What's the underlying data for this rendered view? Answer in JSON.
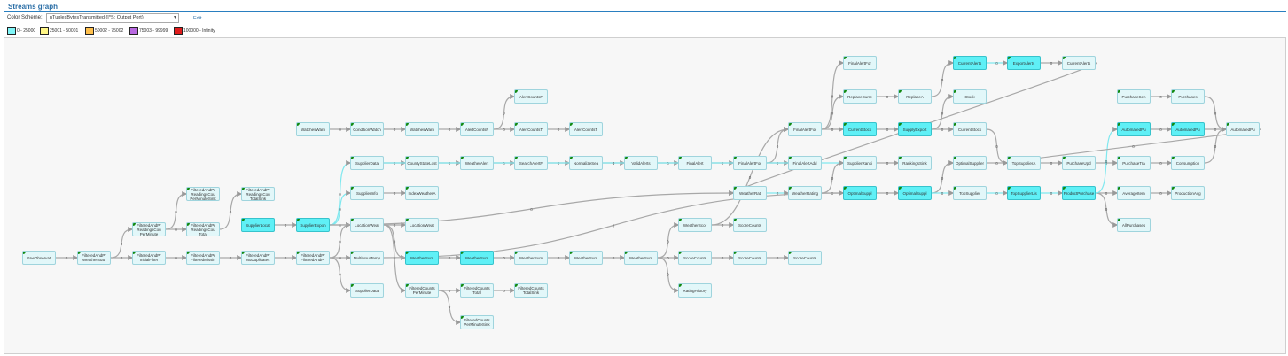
{
  "header": {
    "title": "Streams graph"
  },
  "controls": {
    "color_scheme_label": "Color Scheme:",
    "color_scheme_value": "nTuplesBytesTransmitted (I*S: Output Port)",
    "edit_label": "Edit"
  },
  "legend": [
    {
      "label": "0 - 25000",
      "color": "#7ff5f7"
    },
    {
      "label": "25001 - 50001",
      "color": "#fff685"
    },
    {
      "label": "50002 - 75002",
      "color": "#ffc04d"
    },
    {
      "label": "75003 - 99999",
      "color": "#b868e0"
    },
    {
      "label": "100000 - Infinity",
      "color": "#e01c1c"
    }
  ],
  "graph": {
    "nodes": [
      {
        "id": "RawObservati",
        "label": "RawObservati"
      },
      {
        "id": "WeatherStati",
        "label": "FilteredAndPr\nWeatherStati"
      },
      {
        "id": "ReadingsCount",
        "label": "FilteredAndPr\nReadingsCou\nPerMinute"
      },
      {
        "id": "InitialFilter",
        "label": "FilteredAndPr\nInitialFilter"
      },
      {
        "id": "PerMinuteSink",
        "label": "FilteredAndPr\nReadingsCou\nPerMinuteSink"
      },
      {
        "id": "ReadingsCountTotal",
        "label": "FilteredAndPr\nReadingsCou\nTotal"
      },
      {
        "id": "FilteredMissin",
        "label": "FilteredAndPr\nFilteredMissin"
      },
      {
        "id": "TotalSink",
        "label": "FilteredAndPr\nReadingsCou\nTotalSink"
      },
      {
        "id": "NoDuplicates",
        "label": "FilteredAndPr\nNoDuplicates"
      },
      {
        "id": "SupplierLocat",
        "label": "SupplierLocat"
      },
      {
        "id": "FilteredAndPr",
        "label": "FilteredAndPr\nFilteredAndPr"
      },
      {
        "id": "SupplierExpon",
        "label": "SupplierExpon"
      },
      {
        "id": "WatchesWarn",
        "label": "WatchesWarn"
      },
      {
        "id": "ConditionWatch",
        "label": "ConditionWatch"
      },
      {
        "id": "SupplierData1",
        "label": "SupplierData"
      },
      {
        "id": "SupplierInfo",
        "label": "SupplierInfo"
      },
      {
        "id": "LocationWeat",
        "label": "LocationWeat"
      },
      {
        "id": "MultiHourTemp",
        "label": "MultiHourTemp"
      },
      {
        "id": "SupplierData2",
        "label": "SupplierData"
      },
      {
        "id": "WatchesWarn2",
        "label": "WatchesWarn"
      },
      {
        "id": "CountyStateLost",
        "label": "CountyStateLost"
      },
      {
        "id": "IndexWeatherA",
        "label": "IndexWeatherA"
      },
      {
        "id": "LocationWeat2",
        "label": "LocationWeat"
      },
      {
        "id": "WeatherSum1",
        "label": "WeatherSum"
      },
      {
        "id": "FilteredCountsPerMinute",
        "label": "FilteredCounts\nPerMinute"
      },
      {
        "id": "AlertCountsF",
        "label": "AlertCountsF"
      },
      {
        "id": "WeatherAlert",
        "label": "WeatherAlert"
      },
      {
        "id": "WeatherSum2",
        "label": "WeatherSum"
      },
      {
        "id": "FilteredCountsTotal",
        "label": "FilteredCounts\nTotal"
      },
      {
        "id": "FilteredCountsPerMinuteSink",
        "label": "FilteredCounts\nPerMinuteSink"
      },
      {
        "id": "AlertCountsF2",
        "label": "AlertCountsF"
      },
      {
        "id": "AlertCountsT",
        "label": "AlertCountsT"
      },
      {
        "id": "SearchAlertF",
        "label": "SearchAlertF"
      },
      {
        "id": "WeatherSum3",
        "label": "WeatherSum"
      },
      {
        "id": "FilteredCountsTotalSink",
        "label": "FilteredCounts\nTotalSink"
      },
      {
        "id": "AlertCountsT2",
        "label": "AlertCountsT"
      },
      {
        "id": "NormalizeSea",
        "label": "NormalizeSea"
      },
      {
        "id": "WeatherSum4",
        "label": "WeatherSum"
      },
      {
        "id": "ValidAlerts",
        "label": "ValidAlerts"
      },
      {
        "id": "WeatherSum5",
        "label": "WeatherSum"
      },
      {
        "id": "FinalAlert",
        "label": "FinalAlert"
      },
      {
        "id": "WeatherScor",
        "label": "WeatherScor"
      },
      {
        "id": "ScoreCounts1",
        "label": "ScoreCounts"
      },
      {
        "id": "RatingHistory",
        "label": "RatingHistory"
      },
      {
        "id": "FinalAlertFor",
        "label": "FinalAlertFor"
      },
      {
        "id": "WeatherRat",
        "label": "WeatherRat"
      },
      {
        "id": "ScoreCounts2",
        "label": "ScoreCounts"
      },
      {
        "id": "ScoreCounts3",
        "label": "ScoreCounts"
      },
      {
        "id": "FinalAlertFor2",
        "label": "FinalAlertFor"
      },
      {
        "id": "FinalAlertAdd",
        "label": "FinalAlertAdd"
      },
      {
        "id": "WeatherRating",
        "label": "WeatherRating"
      },
      {
        "id": "ScoreCounts4",
        "label": "ScoreCounts"
      },
      {
        "id": "FinalAlertFor3",
        "label": "FinalAlertFor"
      },
      {
        "id": "ReplaceCurre",
        "label": "ReplaceCurre"
      },
      {
        "id": "CurrentStock",
        "label": "CurrentStock"
      },
      {
        "id": "SupplierRanki",
        "label": "SupplierRanki"
      },
      {
        "id": "OptimalSuppl",
        "label": "OptimalSuppl"
      },
      {
        "id": "ReplaceA",
        "label": "ReplaceA"
      },
      {
        "id": "SupplyExport",
        "label": "SupplyExport"
      },
      {
        "id": "RankingsSink",
        "label": "RankingsSink"
      },
      {
        "id": "OptimalSuppl2",
        "label": "OptimalSuppl"
      },
      {
        "id": "CurrentAlerts",
        "label": "CurrentAlerts"
      },
      {
        "id": "Stock",
        "label": "Stock"
      },
      {
        "id": "CurrentStock2",
        "label": "CurrentStock"
      },
      {
        "id": "OptimalSupplier",
        "label": "OptimalSupplier"
      },
      {
        "id": "TopSupplier",
        "label": "TopSupplier"
      },
      {
        "id": "ExportAlerts",
        "label": "ExportAlerts"
      },
      {
        "id": "TopSupplierA",
        "label": "TopSupplierA"
      },
      {
        "id": "TopSupplierLis",
        "label": "TopSupplierLis"
      },
      {
        "id": "CurrentAlerts2",
        "label": "CurrentAlerts"
      },
      {
        "id": "PurchaseUpd",
        "label": "PurchaseUpd"
      },
      {
        "id": "ProductPurchase",
        "label": "ProductPurchase"
      },
      {
        "id": "PurchaseSen",
        "label": "PurchaseSen"
      },
      {
        "id": "AutomatedPu1",
        "label": "AutomatedPu"
      },
      {
        "id": "PurchaseTra",
        "label": "PurchaseTra"
      },
      {
        "id": "AverageItem",
        "label": "AverageItem"
      },
      {
        "id": "AllPurchases",
        "label": "AllPurchases"
      },
      {
        "id": "Purchases",
        "label": "Purchases"
      },
      {
        "id": "AutomatedPu2",
        "label": "AutomatedPu"
      },
      {
        "id": "Consumption",
        "label": "Consumption"
      },
      {
        "id": "ProductionAvg",
        "label": "ProductionAvg"
      },
      {
        "id": "AutomatedPu3",
        "label": "AutomatedPu"
      }
    ]
  }
}
